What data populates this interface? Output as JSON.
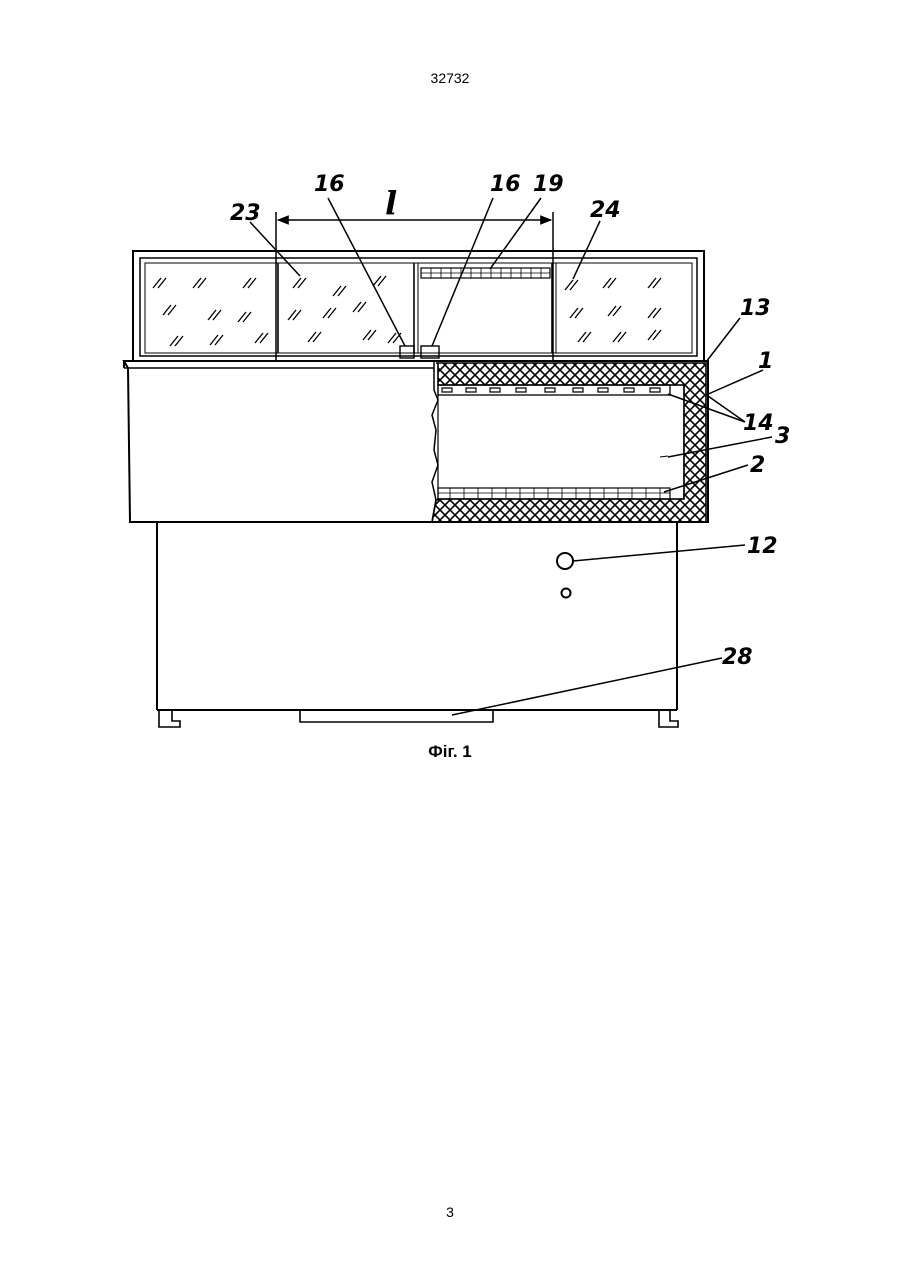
{
  "header": {
    "doc_number": "32732"
  },
  "figure": {
    "caption": "Фіг. 1",
    "labels": {
      "l": "l",
      "r16a": "16",
      "r16b": "16",
      "r19": "19",
      "r23": "23",
      "r24": "24",
      "r13": "13",
      "r1": "1",
      "r14": "14",
      "r3": "3",
      "r2": "2",
      "r12": "12",
      "r28": "28"
    }
  },
  "footer": {
    "page_number": "3"
  }
}
